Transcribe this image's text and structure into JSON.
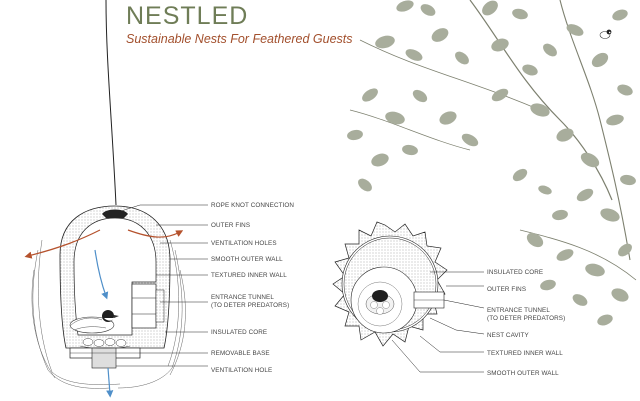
{
  "header": {
    "title": "NESTLED",
    "subtitle": "Sustainable Nests For Feathered Guests"
  },
  "left_diagram": {
    "labels": [
      "ROPE KNOT CONNECTION",
      "OUTER FINS",
      "VENTILATION HOLES",
      "SMOOTH OUTER WALL",
      "TEXTURED INNER WALL",
      "ENTRANCE TUNNEL",
      "(TO DETER PREDATORS)",
      "INSULATED CORE",
      "REMOVABLE BASE",
      "VENTILATION HOLE"
    ]
  },
  "right_diagram": {
    "labels": [
      "INSULATED CORE",
      "OUTER FINS",
      "ENTRANCE TUNNEL",
      "(TO DETER PREDATORS)",
      "NEST CAVITY",
      "TEXTURED INNER WALL",
      "SMOOTH OUTER WALL"
    ]
  },
  "colors": {
    "title": "#6f7d57",
    "subtitle": "#a24f2c",
    "leaves": "#a8ad9c",
    "airflow_warm": "#b5522d",
    "airflow_cool": "#4f8fc9"
  }
}
